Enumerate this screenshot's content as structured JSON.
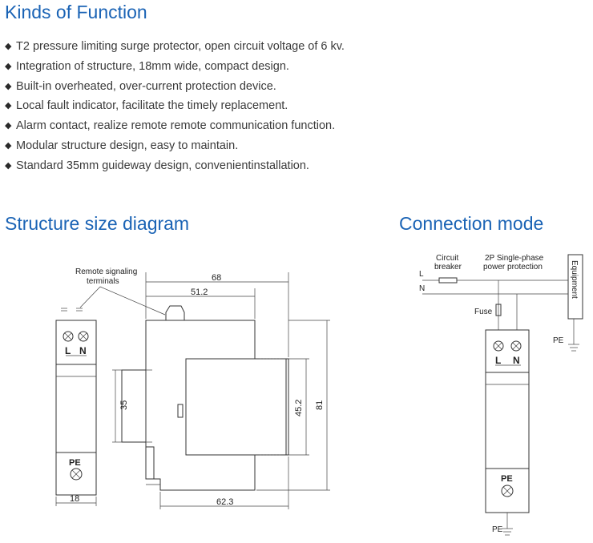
{
  "kinds": {
    "title": "Kinds of Function",
    "items": [
      "T2 pressure limiting surge protector, open circuit voltage of 6 kv.",
      "Integration of structure, 18mm wide, compact design.",
      "Built-in overheated, over-current protection device.",
      "Local fault indicator, facilitate the timely replacement.",
      "Alarm contact, realize remote remote communication function.",
      "Modular structure design, easy to maintain.",
      "Standard 35mm guideway design, convenientinstallation."
    ],
    "bullet_glyph": "◆"
  },
  "structure": {
    "title": "Structure size diagram",
    "remote_label_line1": "Remote signaling",
    "remote_label_line2": "terminals",
    "dim_68": "68",
    "dim_51_2": "51.2",
    "dim_35": "35",
    "dim_45_2": "45.2",
    "dim_81": "81",
    "dim_18": "18",
    "dim_62_3": "62.3",
    "label_L": "L",
    "label_N": "N",
    "label_PE": "PE"
  },
  "connection": {
    "title": "Connection mode",
    "circuit_breaker_line1": "Circuit",
    "circuit_breaker_line2": "breaker",
    "power_line1": "2P Single-phase",
    "power_line2": "power protection",
    "equipment": "Equipment",
    "L": "L",
    "N": "N",
    "fuse": "Fuse",
    "PE_right": "PE",
    "PE_bottom": "PE",
    "module_L": "L",
    "module_N": "N",
    "module_PE": "PE"
  },
  "colors": {
    "heading": "#1a63b5",
    "text": "#3a3a3a",
    "line": "#333333"
  }
}
